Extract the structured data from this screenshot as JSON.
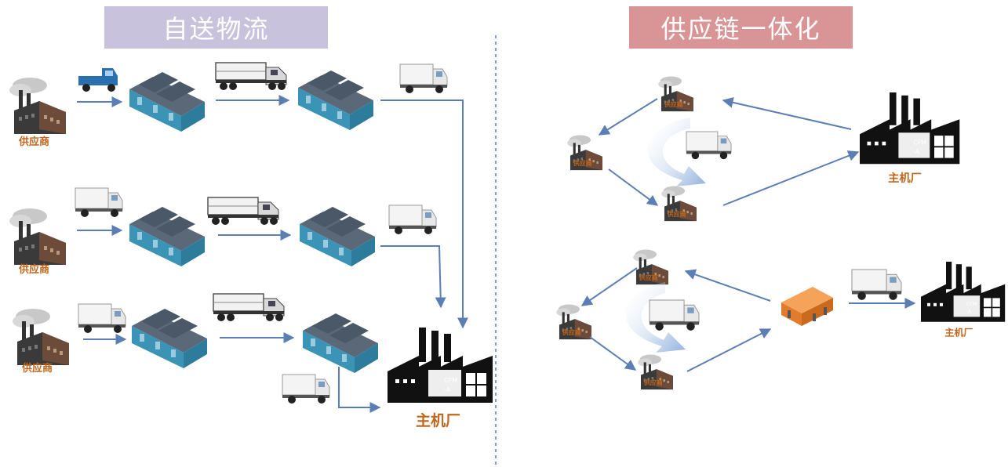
{
  "left_title": "自送物流",
  "right_title": "供应链一体化",
  "supplier_label": "供应商",
  "oem_label": "主机厂",
  "factory_sign_top": "CFM",
  "factory_sign_bottom": "-A",
  "colors": {
    "left_banner": "#c9c2dc",
    "right_banner": "#d99595",
    "arrow": "#5b7fb5",
    "label": "#c0661d",
    "divider": "#5b7fb5"
  }
}
